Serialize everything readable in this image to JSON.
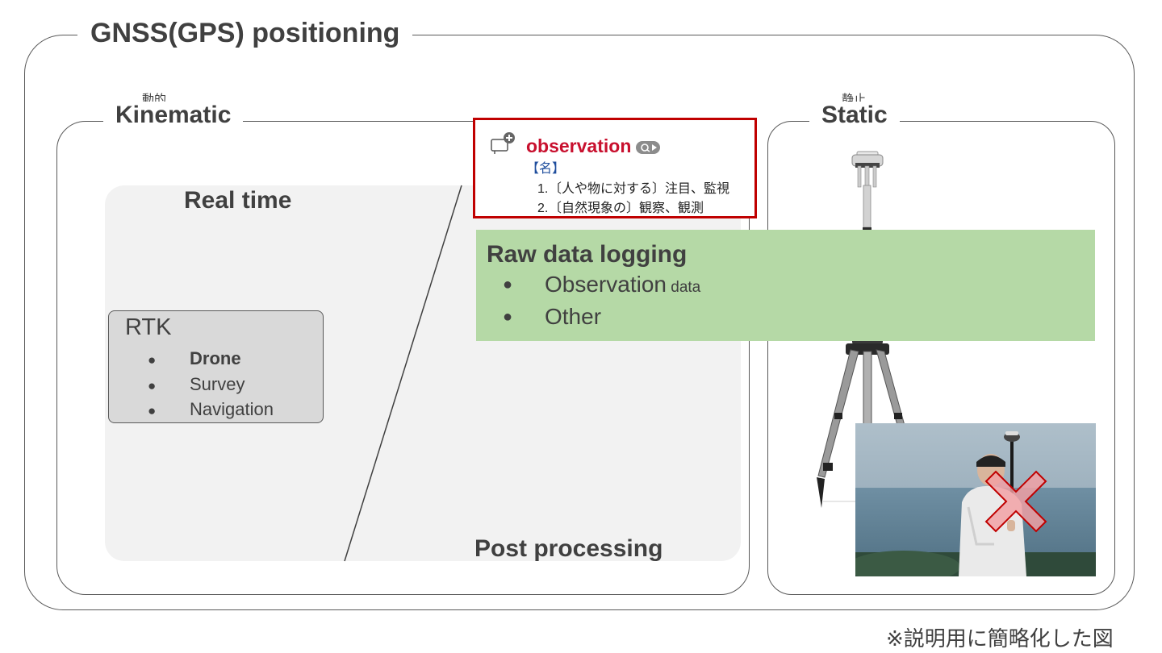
{
  "outer": {
    "title": "GNSS(GPS) positioning"
  },
  "kinematic": {
    "ruby": "動的",
    "title": "Kinematic"
  },
  "static": {
    "ruby": "静止",
    "title": "Static"
  },
  "areas": {
    "real_time": "Real time",
    "post_processing": "Post processing"
  },
  "rtk": {
    "title": "RTK",
    "items": [
      {
        "label": "Drone",
        "bold": true
      },
      {
        "label": "Survey",
        "bold": false
      },
      {
        "label": "Navigation",
        "bold": false
      }
    ]
  },
  "raw": {
    "title": "Raw data logging",
    "item1_main": "Observation",
    "item1_small": " data",
    "item2": "Other"
  },
  "dictionary": {
    "icon": "dictionary-add-icon",
    "word": "observation",
    "sound_icon": "audio-icon",
    "pos": "【名】",
    "defs": [
      {
        "num": "1.",
        "text": "〔人や物に対する〕注目、監視"
      },
      {
        "num": "2.",
        "text": "〔自然現象の〕観察、観測"
      }
    ],
    "border_color": "#c00000",
    "word_color": "#c8102e"
  },
  "images": {
    "tripod": "gnss-receiver-on-tripod",
    "photo": "person-holding-gnss-pole",
    "cross_mark": "red-cross-icon"
  },
  "colors": {
    "green_band": "#b5d9a6",
    "grey_area": "#f2f2f2",
    "rtk_box": "#d9d9d9"
  },
  "footnote": "※説明用に簡略化した図"
}
